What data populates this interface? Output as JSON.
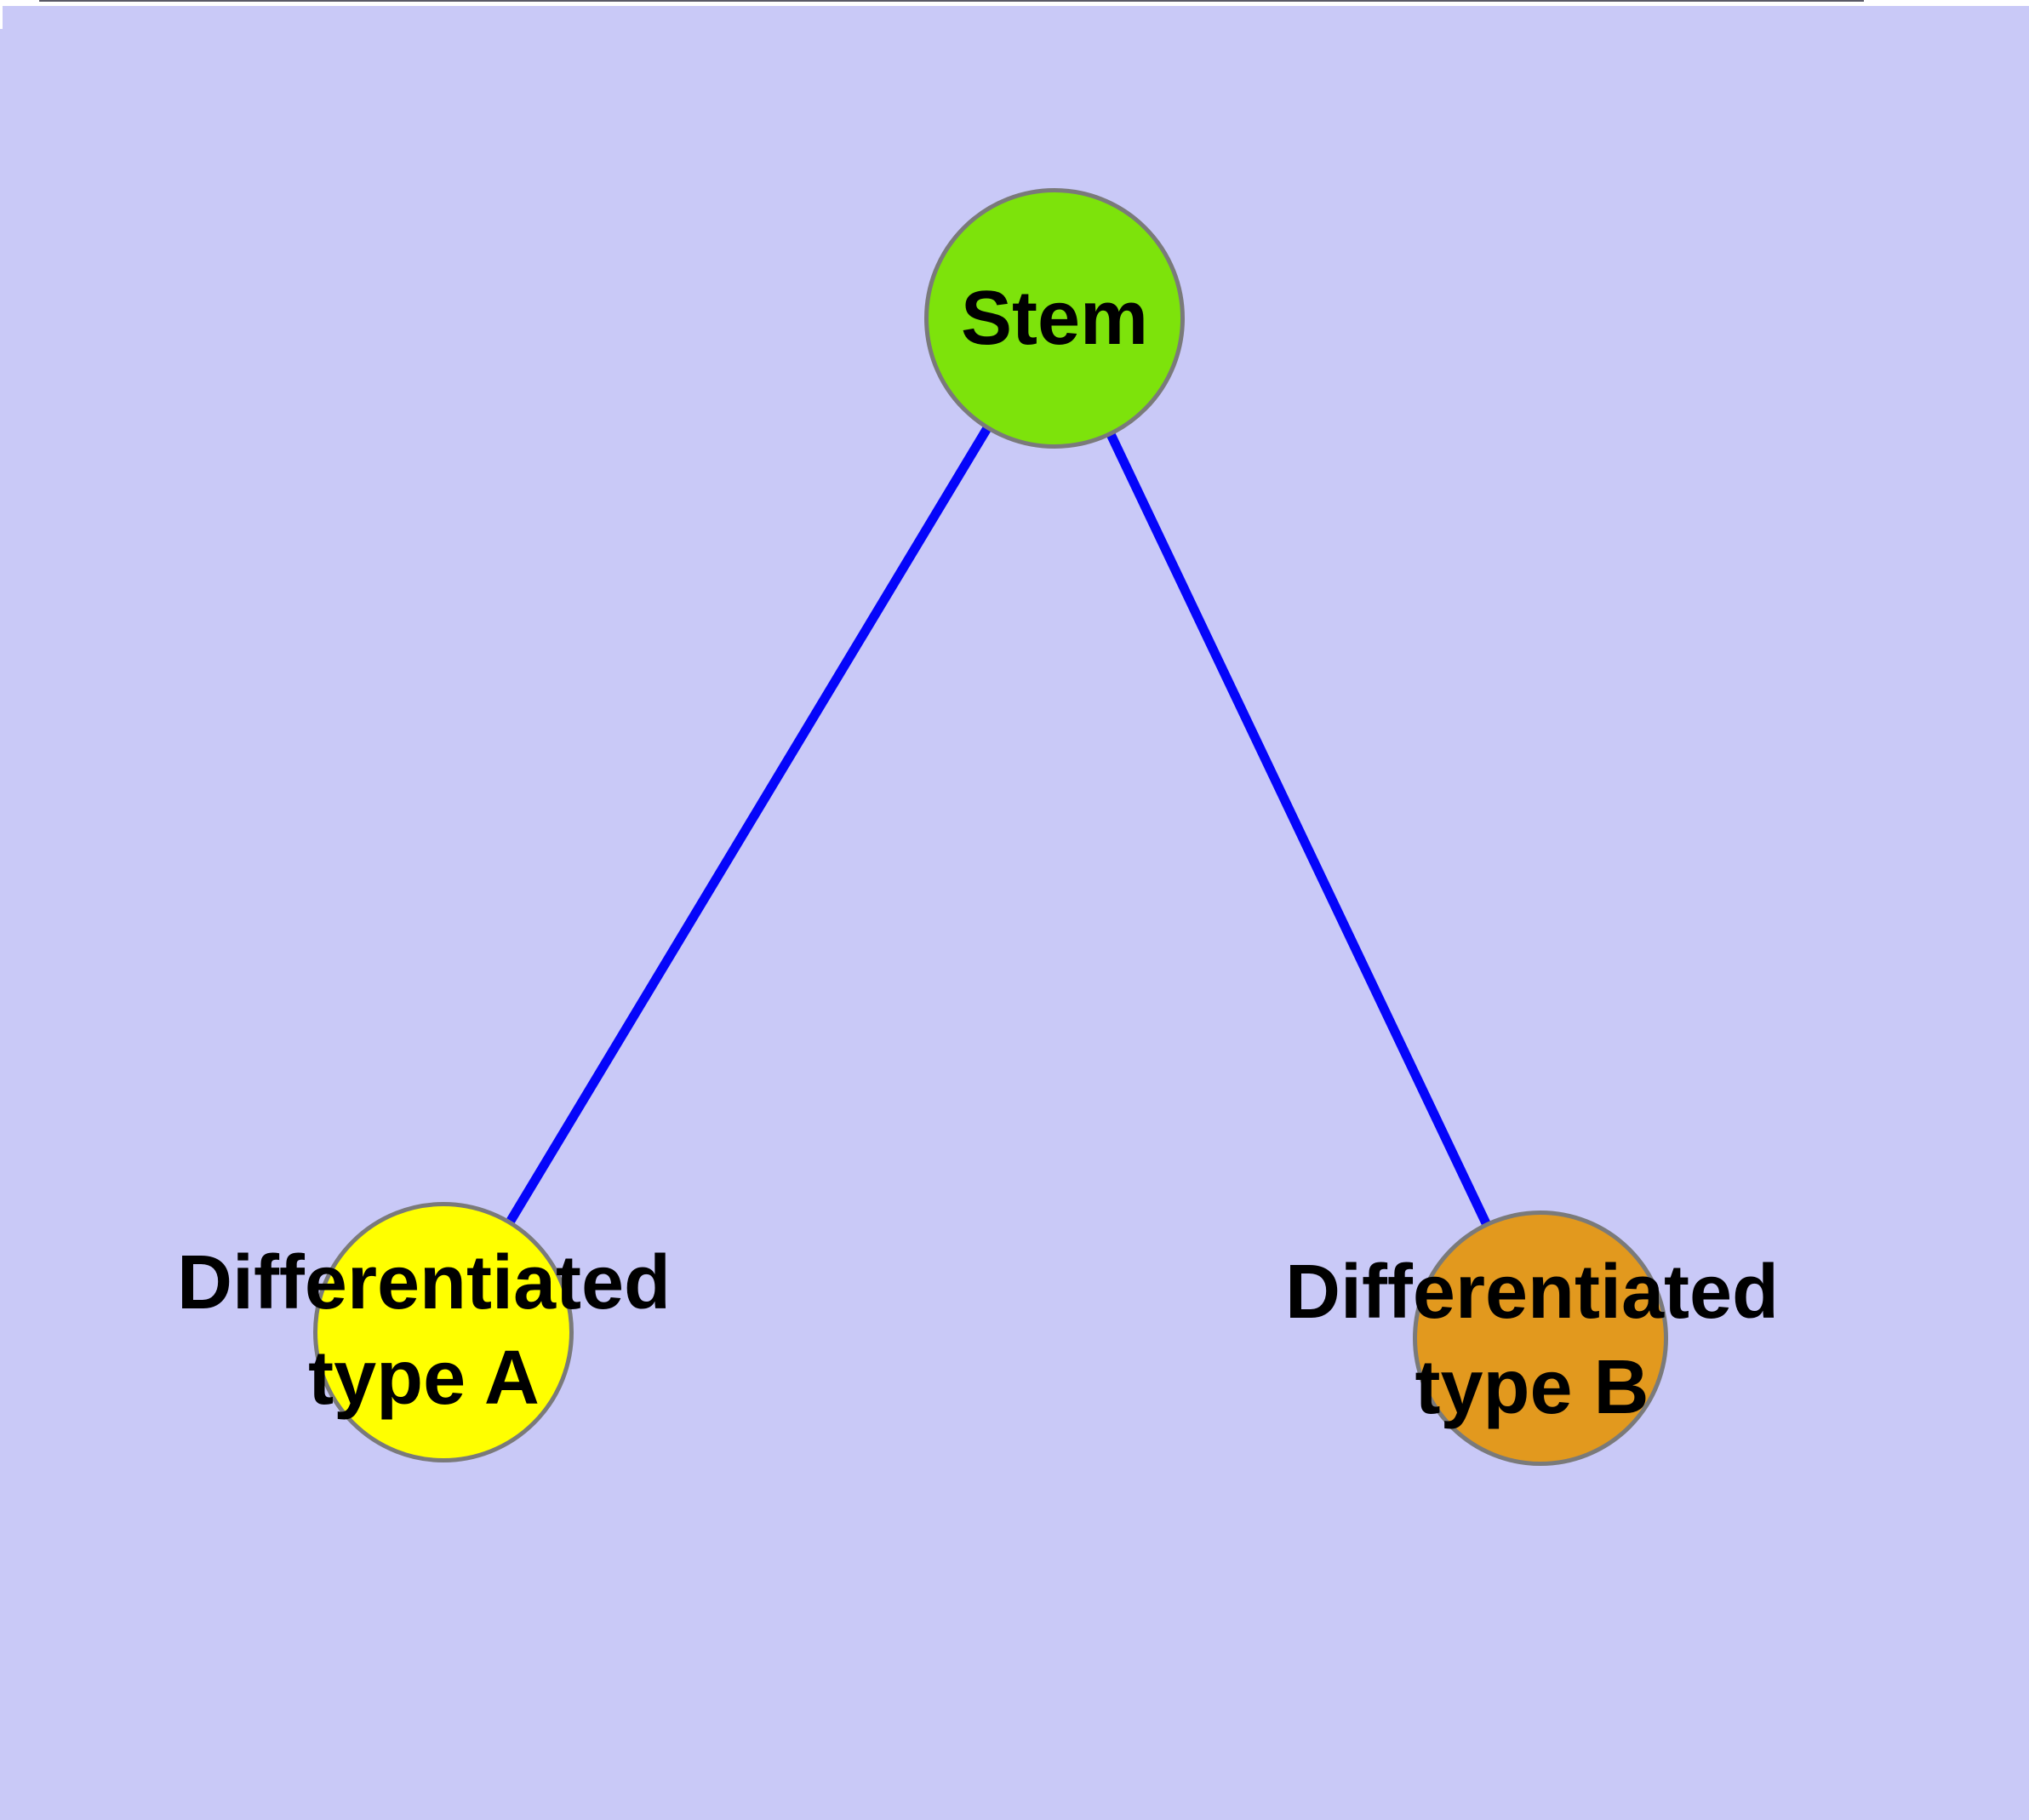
{
  "diagram": {
    "type": "graph",
    "background_color": "#C9C9F7",
    "edge_color": "#0505FA",
    "node_border_color": "#7A7A7A",
    "text_color": "#000000",
    "nodes": [
      {
        "id": "stem",
        "label": "Stem",
        "line1": "Stem",
        "line2": "",
        "fill": "#7DE30B"
      },
      {
        "id": "type-a",
        "label": "Differentiated type A",
        "line1": "Differentiated",
        "line2": "type A",
        "fill": "#FFFF00"
      },
      {
        "id": "type-b",
        "label": "Differentiated type B",
        "line1": "Differentiated",
        "line2": "type B",
        "fill": "#E2991E"
      }
    ],
    "edges": [
      {
        "from": "Stem",
        "to": "Differentiated type A"
      },
      {
        "from": "Stem",
        "to": "Differentiated type B"
      }
    ]
  }
}
